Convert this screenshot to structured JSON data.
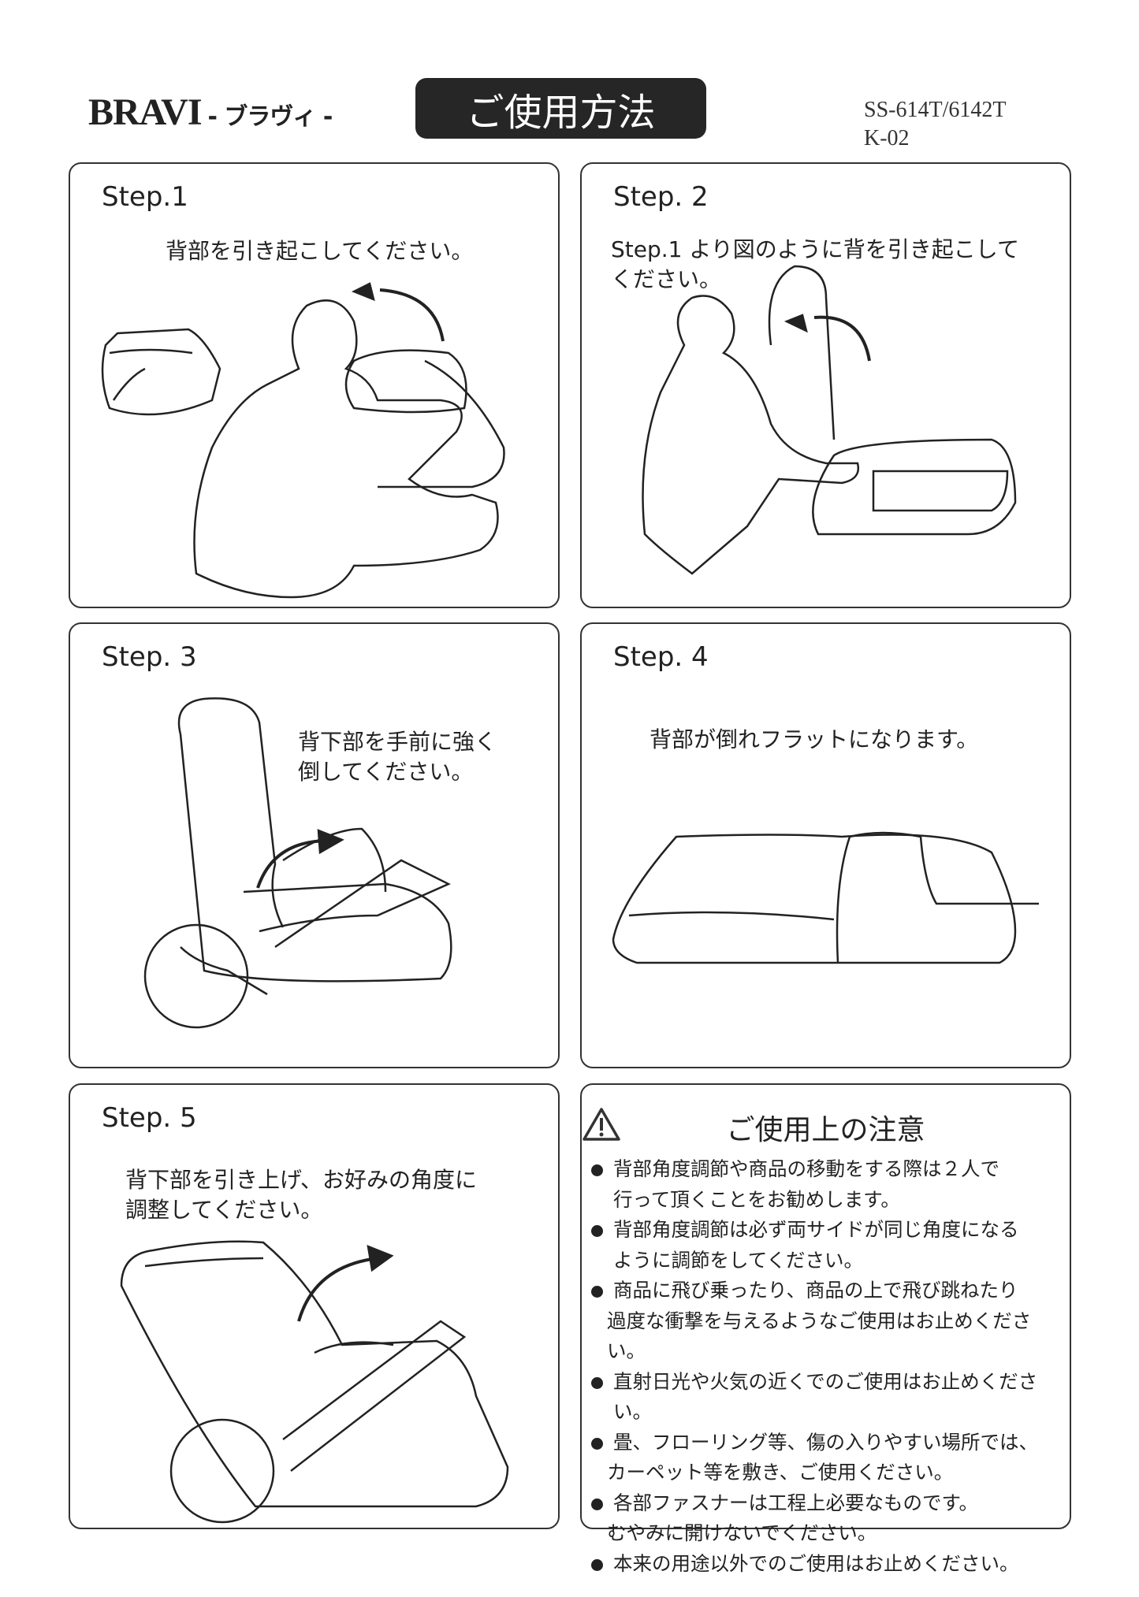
{
  "header": {
    "brand": "BRAVI",
    "brand_kana": "- ブラヴィ -",
    "title": "ご使用方法",
    "model_line1": "SS-614T/6142T",
    "model_line2": "K-02"
  },
  "steps": [
    {
      "label": "Step.1",
      "text": "背部を引き起こしてください。"
    },
    {
      "label": "Step. 2",
      "text_line1": "Step.1 より図のように背を引き起こして",
      "text_line2": "ください。"
    },
    {
      "label": "Step. 3",
      "text_line1": "背下部を手前に強く",
      "text_line2": "倒してください。"
    },
    {
      "label": "Step. 4",
      "text": "背部が倒れフラットになります。"
    },
    {
      "label": "Step. 5",
      "text_line1": "背下部を引き上げ、お好みの角度に",
      "text_line2": "調整してください。"
    }
  ],
  "caution": {
    "icon": "warning-triangle-icon",
    "title": "ご使用上の注意",
    "items": [
      {
        "line1": "背部角度調節や商品の移動をする際は２人で",
        "line2": "行って頂くことをお勧めします。"
      },
      {
        "line1": "背部角度調節は必ず両サイドが同じ角度になる",
        "line2": "ように調節をしてください。"
      },
      {
        "line1": "商品に飛び乗ったり、商品の上で飛び跳ねたり",
        "line2": "過度な衝撃を与えるようなご使用はお止めください。"
      },
      {
        "line1": "直射日光や火気の近くでのご使用はお止めください。"
      },
      {
        "line1": "畳、フローリング等、傷の入りやすい場所では、",
        "line2": "カーペット等を敷き、ご使用ください。"
      },
      {
        "line1": "各部ファスナーは工程上必要なものです。",
        "line2": "むやみに開けないでください。"
      },
      {
        "line1": "本来の用途以外でのご使用はお止めください。"
      }
    ]
  }
}
